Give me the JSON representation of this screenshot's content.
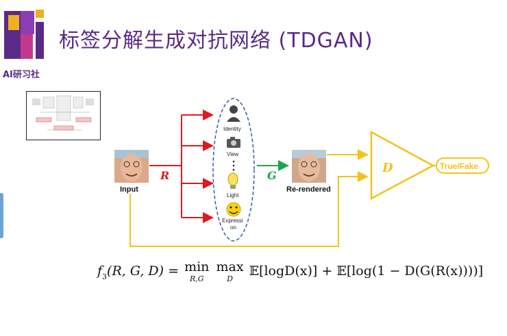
{
  "header": {
    "title": "标签分解生成对抗网络 (TDGAN)",
    "logo_text": "AI研习社"
  },
  "diagram": {
    "input_label": "Input",
    "r_label": "R",
    "g_label": "G",
    "d_label": "D",
    "rerendered_label": "Re-rendered",
    "output_label": "True/Fake",
    "attributes": [
      "Identity",
      "View",
      "Light",
      "Expressi",
      "on"
    ]
  },
  "formula": {
    "lhs_f": "f",
    "lhs_sub": "3",
    "lhs_args": "(R, G, D) = ",
    "min_op": "min",
    "min_sub": "R,G",
    "max_op": "max",
    "max_sub": "D",
    "rhs": "𝔼[logD(x)] + 𝔼[log(1 − D(G(R(x))))]"
  },
  "colors": {
    "accent": "#5b2a86",
    "r_arrow": "#e0191f",
    "g_arrow": "#19a74a",
    "discriminator": "#f3c318",
    "ellipse": "#3a57a8"
  },
  "icons": [
    "person-icon",
    "camera-icon",
    "lightbulb-icon",
    "smiley-icon"
  ]
}
